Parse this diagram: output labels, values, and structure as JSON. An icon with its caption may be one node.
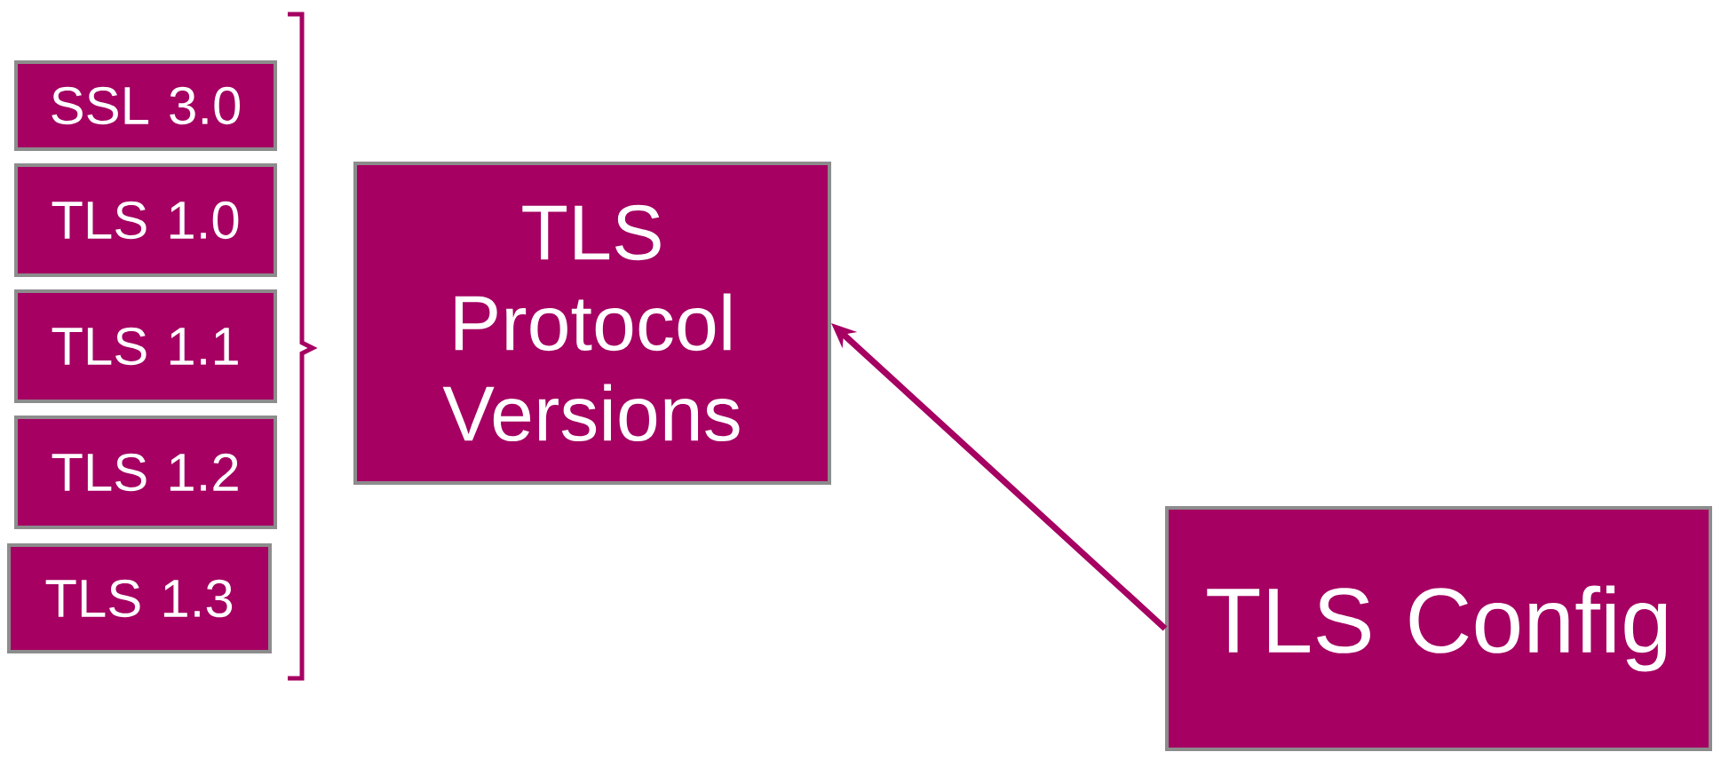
{
  "diagram": {
    "nodes": [
      {
        "text": [
          "SSL 3.0"
        ]
      },
      {
        "text": [
          "TLS 1.0"
        ]
      },
      {
        "text": [
          "TLS 1.1"
        ]
      },
      {
        "text": [
          "TLS 1.2"
        ]
      },
      {
        "text": [
          "TLS 1.3"
        ]
      },
      {
        "text": [
          "TLS Protocol Versions"
        ]
      },
      {
        "text": [
          "TLS Config"
        ]
      }
    ],
    "edges": [
      {
        "from": 6,
        "to": 5,
        "arrow": "to"
      }
    ]
  }
}
